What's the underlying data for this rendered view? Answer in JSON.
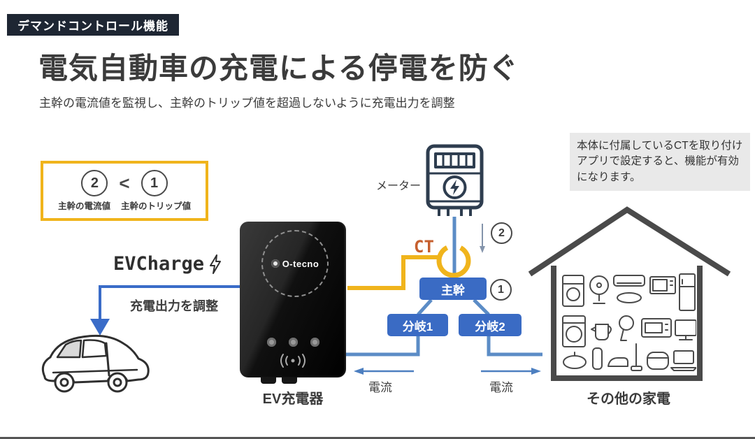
{
  "page": {
    "badge": "デマンドコントロール機能",
    "title": "電気自動車の充電による停電を防ぐ",
    "subtitle": "主幹の電流値を監視し、主幹のトリップ値を超過しないように充電出力を調整"
  },
  "condition_box": {
    "left_number": "2",
    "operator": "<",
    "right_number": "1",
    "left_label": "主幹の電流値",
    "right_label": "主幹のトリップ値"
  },
  "note_box": {
    "text": "本体に付属しているCTを取り付けアプリで設定すると、機能が有効になります。"
  },
  "diagram": {
    "ev_charge_label": "EVCharge",
    "lightning_icon": "⚡",
    "adjust_label": "充電出力を調整",
    "charger_label": "EV充電器",
    "charger_brand": "O-tecno",
    "meter_label": "メーター",
    "ct_label": "CT",
    "main_breaker_label": "主幹",
    "branch1_label": "分岐1",
    "branch2_label": "分岐2",
    "current_label_left": "電流",
    "current_label_right": "電流",
    "house_label": "その他の家電",
    "marker_main_current": "2",
    "marker_trip": "1"
  },
  "colors": {
    "accent_yellow": "#F0B41C",
    "box_blue": "#3A6BC4",
    "line_blue": "#5B8CC6",
    "arrow_blue": "#3A6CC8",
    "ct_orange": "#C65F2E",
    "badge_bg": "#1E2633",
    "house_gray": "#4A4A4A",
    "note_bg": "#E9E9E9",
    "title_color": "#3B3B3B"
  }
}
